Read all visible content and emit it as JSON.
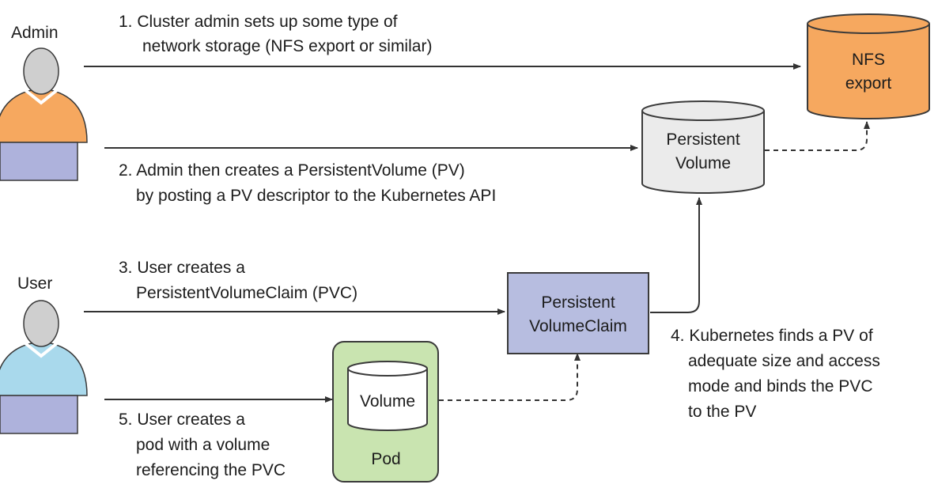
{
  "actors": {
    "admin": {
      "label": "Admin"
    },
    "user": {
      "label": "User"
    }
  },
  "steps": {
    "step1": [
      "1. Cluster admin sets up some type of",
      "network storage (NFS export or similar)"
    ],
    "step2": [
      "2. Admin then creates a PersistentVolume (PV)",
      "by posting a PV descriptor to the Kubernetes API"
    ],
    "step3": [
      "3. User creates a",
      "PersistentVolumeClaim (PVC)"
    ],
    "step4": [
      "4. Kubernetes finds a PV of",
      "adequate size and access",
      "mode and binds the PVC",
      "to the PV"
    ],
    "step5": [
      "5. User creates a",
      "pod with a volume",
      "referencing the PVC"
    ]
  },
  "nodes": {
    "nfs": [
      "NFS",
      "export"
    ],
    "pv": [
      "Persistent",
      "Volume"
    ],
    "pvc": [
      "Persistent",
      "VolumeClaim"
    ],
    "volume": "Volume",
    "pod": "Pod"
  },
  "colors": {
    "admin_shirt": "#f6a85f",
    "user_shirt": "#a9d9ec",
    "head": "#cfcfcf",
    "laptop": "#aeb2dc",
    "nfs_fill": "#f6a85f",
    "pv_fill": "#ebebeb",
    "pvc_fill": "#b7bde0",
    "pod_fill": "#c9e4b0",
    "stroke": "#3a3a3a"
  }
}
